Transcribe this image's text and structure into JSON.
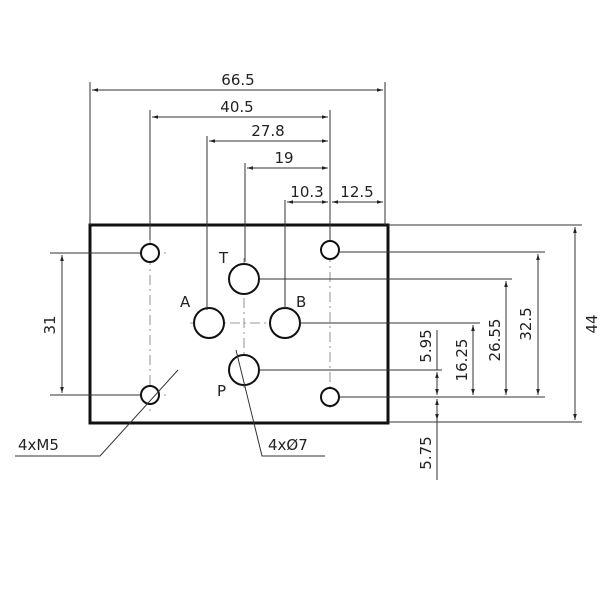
{
  "title": "Subplate mounting pattern",
  "horizontal_dims": {
    "d66_5": "66.5",
    "d40_5": "40.5",
    "d27_8": "27.8",
    "d19": "19",
    "d10_3": "10.3",
    "d12_5": "12.5"
  },
  "vertical_dims": {
    "d44": "44",
    "d32_5": "32.5",
    "d26_55": "26.55",
    "d16_25": "16.25",
    "d5_95": "5.95",
    "d5_75": "5.75",
    "d31": "31"
  },
  "ports": {
    "T": "T",
    "A": "A",
    "B": "B",
    "P": "P"
  },
  "callouts": {
    "bolts": "4xM5",
    "ports": "4xØ7"
  }
}
